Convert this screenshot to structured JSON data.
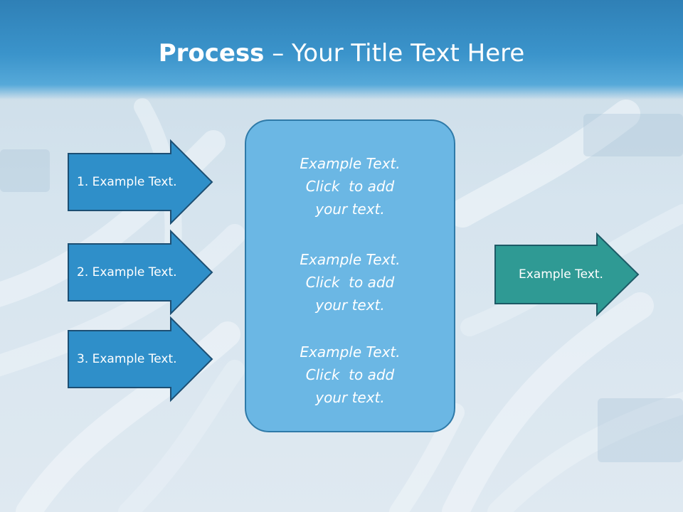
{
  "title": {
    "bold": "Process",
    "rest": " – Your Title Text Here"
  },
  "left_arrows": [
    {
      "label": "1. Example Text."
    },
    {
      "label": "2. Example Text."
    },
    {
      "label": "3. Example Text."
    }
  ],
  "center_box": {
    "items": [
      {
        "lines": [
          "Example Text.",
          "Click  to add",
          "your text."
        ]
      },
      {
        "lines": [
          "Example Text.",
          "Click  to add",
          "your text."
        ]
      },
      {
        "lines": [
          "Example Text.",
          "Click  to add",
          "your text."
        ]
      }
    ]
  },
  "output_arrow": {
    "label": "Example Text."
  },
  "colors": {
    "header": "#3b94cb",
    "arrow_fill": "#2f8fc9",
    "arrow_stroke": "#1d4f73",
    "center_fill": "#6bb7e4",
    "center_stroke": "#2f7aa8",
    "output_fill": "#2f9a94",
    "output_stroke": "#1d5a66"
  }
}
